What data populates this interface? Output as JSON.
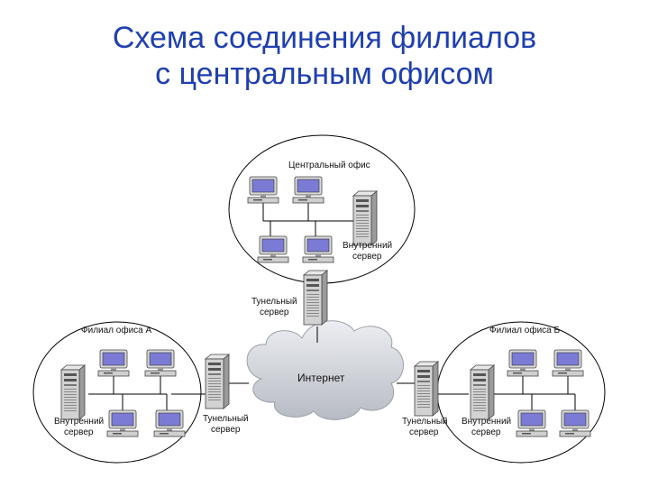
{
  "title": {
    "line1": "Схема соединения филиалов",
    "line2": "с центральным офисом"
  },
  "central_office": {
    "title": "Центральный офис",
    "server_label_1": "Внутренний",
    "server_label_2": "сервер"
  },
  "branch_a": {
    "title": "Филиал офиса А",
    "server_label_1": "Внутренний",
    "server_label_2": "сервер"
  },
  "branch_b": {
    "title": "Филиал офиса Б",
    "server_label_1": "Внутренний",
    "server_label_2": "сервер"
  },
  "internet": {
    "label": "Интернет"
  },
  "tunnel_central": {
    "label_1": "Тунельный",
    "label_2": "сервер"
  },
  "tunnel_a": {
    "label_1": "Тунельный",
    "label_2": "сервер"
  },
  "tunnel_b": {
    "label_1": "Тунельный",
    "label_2": "сервер"
  },
  "colors": {
    "title": "#1f3fb0",
    "screen": "#7b7bd6",
    "cloud": "#c9ccd2"
  }
}
